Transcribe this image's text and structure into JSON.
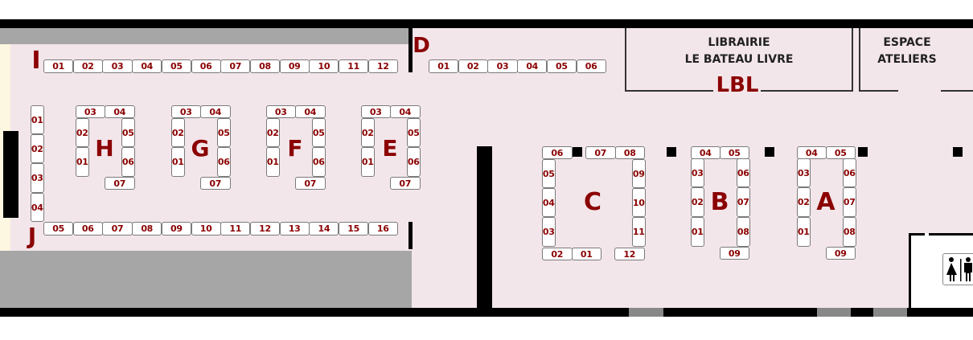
{
  "sections": [
    {
      "letter": "I",
      "booths": [
        "01",
        "02",
        "03",
        "04",
        "05",
        "06",
        "07",
        "08",
        "09",
        "10",
        "11",
        "12"
      ]
    },
    {
      "letter": "D",
      "booths": [
        "01",
        "02",
        "03",
        "04",
        "05",
        "06"
      ]
    },
    {
      "letter": "J",
      "booths": [
        "01",
        "02",
        "03",
        "04",
        "05",
        "06",
        "07",
        "08",
        "09",
        "10",
        "11",
        "12",
        "13",
        "14",
        "15",
        "16"
      ]
    },
    {
      "letter": "H",
      "booths": [
        "01",
        "02",
        "03",
        "04",
        "05",
        "06",
        "07"
      ]
    },
    {
      "letter": "G",
      "booths": [
        "01",
        "02",
        "03",
        "04",
        "05",
        "06",
        "07"
      ]
    },
    {
      "letter": "F",
      "booths": [
        "01",
        "02",
        "03",
        "04",
        "05",
        "06",
        "07"
      ]
    },
    {
      "letter": "E",
      "booths": [
        "01",
        "02",
        "03",
        "04",
        "05",
        "06",
        "07"
      ]
    },
    {
      "letter": "C",
      "booths": [
        "01",
        "02",
        "03",
        "04",
        "05",
        "06",
        "07",
        "08",
        "09",
        "10",
        "11",
        "12"
      ]
    },
    {
      "letter": "B",
      "booths": [
        "01",
        "02",
        "03",
        "04",
        "05",
        "06",
        "07",
        "08",
        "09"
      ]
    },
    {
      "letter": "A",
      "booths": [
        "01",
        "02",
        "03",
        "04",
        "05",
        "06",
        "07",
        "08",
        "09"
      ]
    }
  ],
  "librairie": {
    "line1": "LIBRAIRIE",
    "line2": "LE BATEAU LIVRE",
    "logo": "LBL"
  },
  "ateliers": {
    "line1": "ESPACE",
    "line2": "ATELIERS"
  },
  "restroom": {
    "icon": "restroom-icon"
  },
  "colors": {
    "floor": "#f3e6ea",
    "accent": "#8b0000",
    "wall": "#000000",
    "gray": "#a6a6a6"
  }
}
